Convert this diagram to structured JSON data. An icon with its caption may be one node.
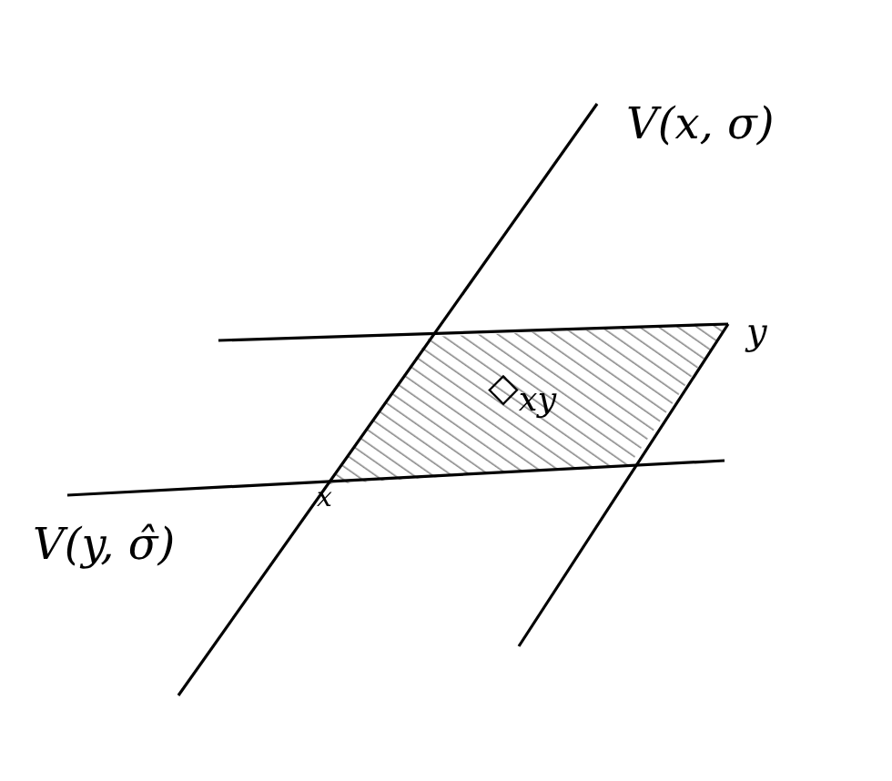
{
  "diagram": {
    "labels": [
      "V(x, σ)",
      "y",
      "◇$_{xy}$",
      "x",
      "V(y, σ̂)"
    ]
  }
}
